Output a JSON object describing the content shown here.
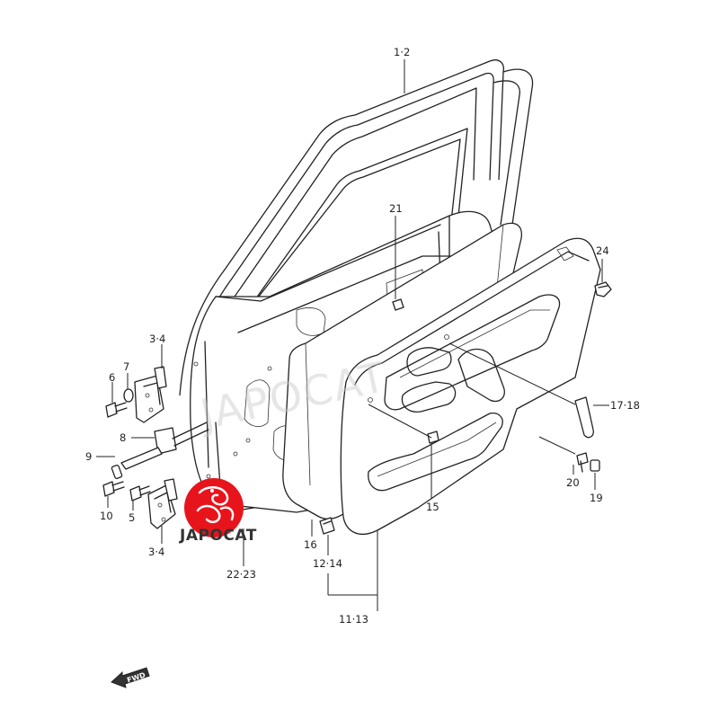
{
  "diagram": {
    "labels": {
      "door_frame": "1·2",
      "hinge_upper": "3·4",
      "hinge_lower": "3·4",
      "bolt": "5",
      "bolt_6": "6",
      "washer": "7",
      "door_check": "8",
      "pin": "9",
      "bolt_10": "10",
      "trim_panel": "11·13",
      "clip_12": "12·14",
      "clip_15": "15",
      "sealing_cover": "16",
      "grip": "17·18",
      "cap": "19",
      "screw": "20",
      "nut": "21",
      "weatherstrip": "22·23",
      "clip_24": "24"
    },
    "fwd_label": "FWD",
    "logo_text": "JAPOCAT",
    "watermark_text": "JAPOCAT"
  }
}
